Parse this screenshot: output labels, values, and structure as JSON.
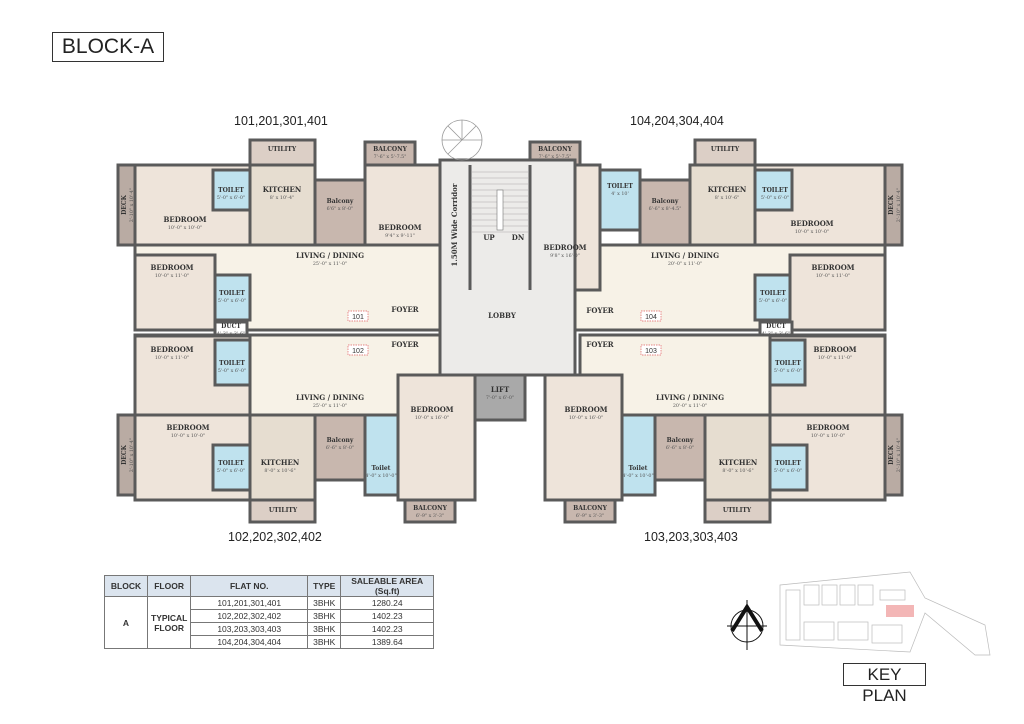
{
  "title": "BLOCK-A",
  "flat_groups": {
    "top_left": "101,201,301,401",
    "top_right": "104,204,304,404",
    "bottom_left": "102,202,302,402",
    "bottom_right": "103,203,303,403"
  },
  "units": {
    "u101": {
      "number": "101",
      "living": {
        "name": "LIVING / DINING",
        "dims": "25'-0\" x 11'-0\""
      },
      "bed1": {
        "name": "BEDROOM",
        "dims": "10'-0\" x 10'-0\""
      },
      "toilet1": {
        "name": "TOILET",
        "dims": "5'-0\" x 6'-0\""
      },
      "utility": {
        "name": "UTILITY",
        "dims": ""
      },
      "kitchen": {
        "name": "KITCHEN",
        "dims": "8' x 10'-4\""
      },
      "balcony_s": {
        "name": "Balcony",
        "dims": "6'6\" x 8'-0\""
      },
      "balcony_t": {
        "name": "BALCONY",
        "dims": "7'-6\" x 5'-7.5\""
      },
      "bed2": {
        "name": "BEDROOM",
        "dims": "9'4\" x 9'-11\""
      },
      "bed3": {
        "name": "BEDROOM",
        "dims": "10'-0\" x 11'-0\""
      },
      "toilet2": {
        "name": "TOILET",
        "dims": "5'-0\" x 6'-0\""
      },
      "duct": {
        "name": "DUCT",
        "dims": "4'-3\" x 3'-6\""
      },
      "deck": {
        "name": "DECK",
        "dims": "2'-10\" x 10'-4\""
      },
      "foyer": {
        "name": "FOYER",
        "dims": ""
      }
    },
    "u104": {
      "number": "104",
      "living": {
        "name": "LIVING / DINING",
        "dims": "20'-0\" x 11'-0\""
      },
      "balcony_t": {
        "name": "BALCONY",
        "dims": "7'-6\" x 5'-7.5\""
      },
      "bed_a": {
        "name": "BEDROOM",
        "dims": "9'8\" x 16'-0\""
      },
      "toilet_a": {
        "name": "TOILET",
        "dims": "4' x 10'"
      },
      "balcony_s": {
        "name": "Balcony",
        "dims": "6'-6\" x 8'-4.5\""
      },
      "kitchen": {
        "name": "KITCHEN",
        "dims": "8' x 10'-6\""
      },
      "utility": {
        "name": "UTILITY",
        "dims": ""
      },
      "bed_b": {
        "name": "BEDROOM",
        "dims": "10'-0\" x 10'-0\""
      },
      "toilet_b": {
        "name": "TOILET",
        "dims": "5'-0\" x 6'-0\""
      },
      "deck": {
        "name": "DECK",
        "dims": "2'-10\" x 10'-4\""
      },
      "bed_c": {
        "name": "BEDROOM",
        "dims": "10'-0\" x 11'-0\""
      },
      "toilet_c": {
        "name": "TOILET",
        "dims": "5'-0\" x 6'-0\""
      },
      "duct": {
        "name": "DUCT",
        "dims": "4'-3\" x 3'-6\""
      },
      "foyer": {
        "name": "FOYER",
        "dims": ""
      }
    },
    "u102": {
      "number": "102",
      "living": {
        "name": "LIVING / DINING",
        "dims": "25'-0\" x 11'-0\""
      },
      "bed_a": {
        "name": "BEDROOM",
        "dims": "10'-0\" x 11'-0\""
      },
      "toilet_a": {
        "name": "TOILET",
        "dims": "5'-0\" x 6'-0\""
      },
      "bed_b": {
        "name": "BEDROOM",
        "dims": "10'-0\" x 10'-0\""
      },
      "toilet_b": {
        "name": "TOILET",
        "dims": "5'-0\" x 6'-0\""
      },
      "kitchen": {
        "name": "KITCHEN",
        "dims": "8'-0\" x 10'-6\""
      },
      "utility": {
        "name": "UTILITY",
        "dims": ""
      },
      "balcony_s": {
        "name": "Balcony",
        "dims": "6'-6\" x 8'-0\""
      },
      "toilet_c": {
        "name": "Toilet",
        "dims": "4'-0\" x 10'-0\""
      },
      "bed_c": {
        "name": "BEDROOM",
        "dims": "10'-0\" x 16'-0\""
      },
      "balcony_t": {
        "name": "BALCONY",
        "dims": "6'-9\" x 3'-3\""
      },
      "deck": {
        "name": "DECK",
        "dims": "2'-10\" x 10'-4\""
      },
      "foyer": {
        "name": "FOYER",
        "dims": ""
      }
    },
    "u103": {
      "number": "103",
      "living": {
        "name": "LIVING / DINING",
        "dims": "20'-0\" x 11'-0\""
      },
      "bed_a": {
        "name": "BEDROOM",
        "dims": "10'-0\" x 11'-0\""
      },
      "toilet_a": {
        "name": "TOILET",
        "dims": "5'-0\" x 6'-0\""
      },
      "bed_b": {
        "name": "BEDROOM",
        "dims": "10'-0\" x 10'-0\""
      },
      "toilet_b": {
        "name": "TOILET",
        "dims": "5'-0\" x 6'-0\""
      },
      "kitchen": {
        "name": "KITCHEN",
        "dims": "8'-0\" x 10'-6\""
      },
      "utility": {
        "name": "UTILITY",
        "dims": ""
      },
      "balcony_s": {
        "name": "Balcony",
        "dims": "6'-6\" x 8'-0\""
      },
      "toilet_c": {
        "name": "Toilet",
        "dims": "4'-0\" x 10'-0\""
      },
      "bed_c": {
        "name": "BEDROOM",
        "dims": "10'-0\" x 16'-0\""
      },
      "balcony_t": {
        "name": "BALCONY",
        "dims": "6'-9\" x 3'-3\""
      },
      "deck": {
        "name": "DECK",
        "dims": "2'-10\" x 10'-4\""
      },
      "foyer": {
        "name": "FOYER",
        "dims": ""
      }
    },
    "core": {
      "corridor": {
        "name": "1.50M Wide Corridor",
        "dims": ""
      },
      "lobby": {
        "name": "LOBBY",
        "dims": ""
      },
      "lift": {
        "name": "LIFT",
        "dims": "7'-0\" x 6'-0\""
      },
      "up": {
        "name": "UP",
        "dims": ""
      },
      "dn": {
        "name": "DN",
        "dims": ""
      }
    }
  },
  "table": {
    "headers": [
      "BLOCK",
      "FLOOR",
      "FLAT NO.",
      "TYPE",
      "SALEABLE AREA (Sq.ft)"
    ],
    "block": "A",
    "floor": "TYPICAL FLOOR",
    "rows": [
      {
        "flat": "101,201,301,401",
        "type": "3BHK",
        "area": "1280.24"
      },
      {
        "flat": "102,202,302,402",
        "type": "3BHK",
        "area": "1402.23"
      },
      {
        "flat": "103,203,303,403",
        "type": "3BHK",
        "area": "1402.23"
      },
      {
        "flat": "104,204,304,404",
        "type": "3BHK",
        "area": "1389.64"
      }
    ]
  },
  "key_plan": {
    "label": "KEY PLAN",
    "highlight_color": "#f3b6b6"
  },
  "colors": {
    "wall": "#5a5a5a",
    "bedroom": "#eee4da",
    "living": "#f7f2e7",
    "toilet": "#bfe2ee",
    "kitchen": "#e6ddd0",
    "balcony": "#c8b7ae",
    "lobby": "#ecebe9",
    "lift": "#a9a9a9"
  }
}
